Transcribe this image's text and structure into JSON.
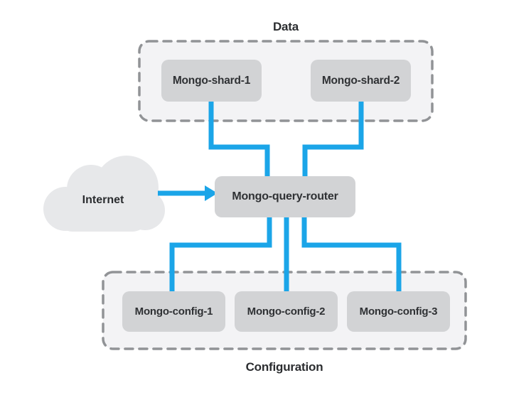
{
  "diagram": {
    "type": "architecture-diagram",
    "groups": {
      "data": {
        "label": "Data"
      },
      "configuration": {
        "label": "Configuration"
      }
    },
    "nodes": {
      "internet": {
        "label": "Internet",
        "shape": "cloud"
      },
      "query_router": {
        "label": "Mongo-query-router",
        "shape": "rounded-box"
      },
      "shard1": {
        "label": "Mongo-shard-1",
        "shape": "rounded-box",
        "group": "Data"
      },
      "shard2": {
        "label": "Mongo-shard-2",
        "shape": "rounded-box",
        "group": "Data"
      },
      "config1": {
        "label": "Mongo-config-1",
        "shape": "rounded-box",
        "group": "Configuration"
      },
      "config2": {
        "label": "Mongo-config-2",
        "shape": "rounded-box",
        "group": "Configuration"
      },
      "config3": {
        "label": "Mongo-config-3",
        "shape": "rounded-box",
        "group": "Configuration"
      }
    },
    "edges": [
      {
        "from": "Internet",
        "to": "Mongo-query-router",
        "directed": true
      },
      {
        "from": "Mongo-shard-1",
        "to": "Mongo-query-router",
        "directed": false
      },
      {
        "from": "Mongo-shard-2",
        "to": "Mongo-query-router",
        "directed": false
      },
      {
        "from": "Mongo-query-router",
        "to": "Mongo-config-1",
        "directed": false
      },
      {
        "from": "Mongo-query-router",
        "to": "Mongo-config-2",
        "directed": false
      },
      {
        "from": "Mongo-query-router",
        "to": "Mongo-config-3",
        "directed": false
      }
    ],
    "colors": {
      "connector": "#1ba5e8",
      "node_fill": "#d2d3d5",
      "group_fill": "#f3f3f5",
      "group_border": "#919396",
      "cloud_fill": "#e7e8ea",
      "text": "#2f3134",
      "background": "#ffffff"
    }
  }
}
